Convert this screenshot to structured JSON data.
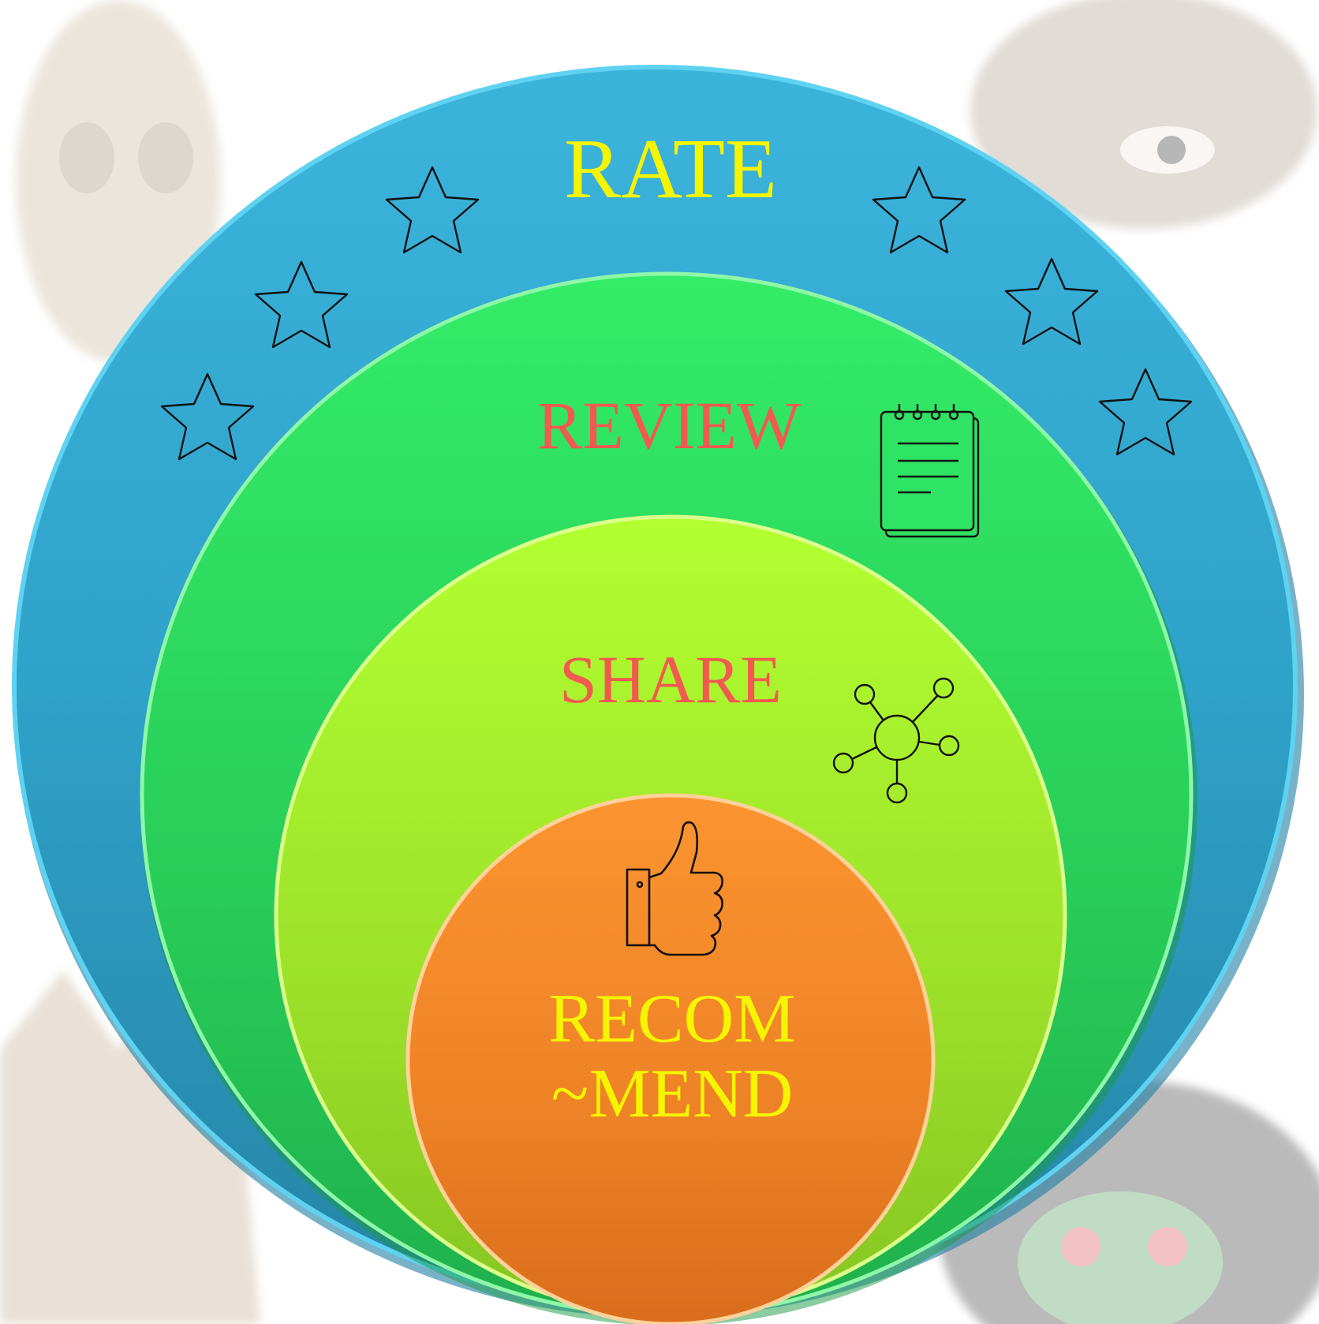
{
  "diagram": {
    "layers": [
      {
        "key": "rate",
        "label": "RATE",
        "fill": "#38aed6",
        "text_color": "#f5f500",
        "icon": "star-icon"
      },
      {
        "key": "review",
        "label": "REVIEW",
        "fill": "#2edf63",
        "text_color": "#f25a50",
        "icon": "notepad-icon"
      },
      {
        "key": "share",
        "label": "SHARE",
        "fill": "#a8f22c",
        "text_color": "#f25a50",
        "icon": "network-share-icon"
      },
      {
        "key": "recommend",
        "label_line1": "RECOM",
        "label_line2": "~MEND",
        "fill": "#f78d2a",
        "text_color": "#f5f500",
        "icon": "thumbs-up-icon"
      }
    ],
    "background_art": "faded-tribal-masks"
  }
}
